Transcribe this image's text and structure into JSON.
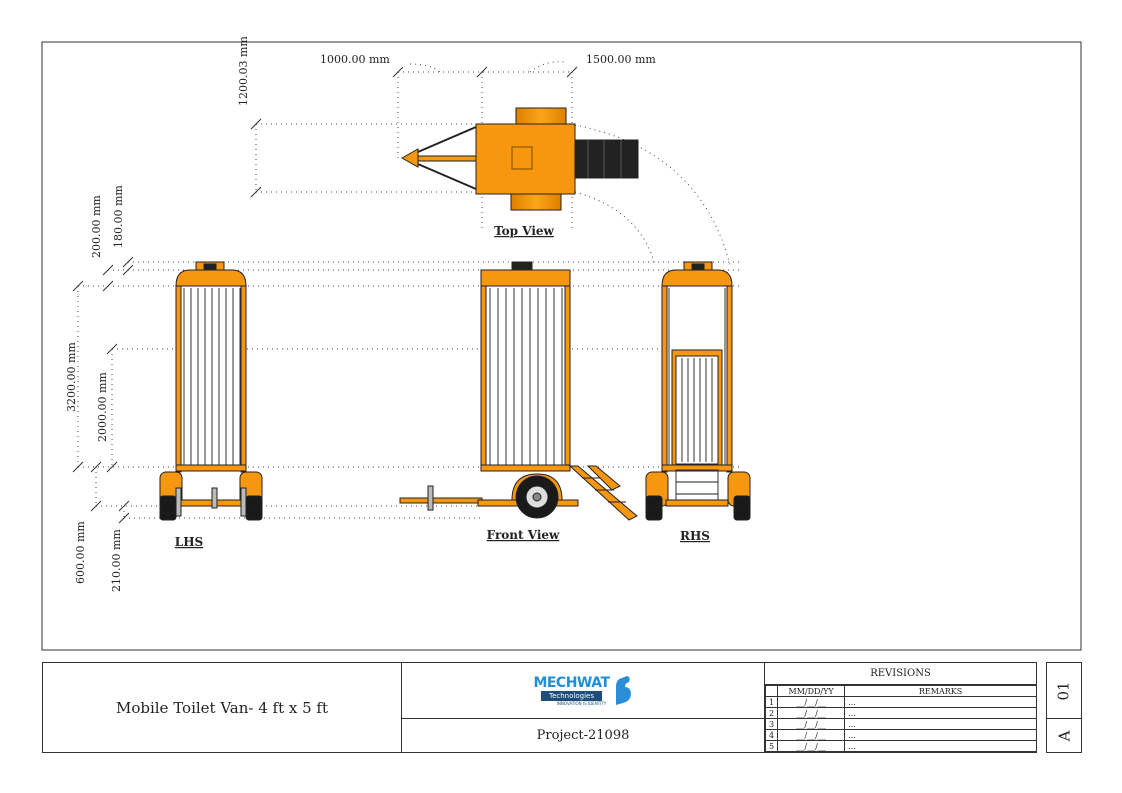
{
  "drawing": {
    "dimensions": {
      "top_left": "1000.00 mm",
      "top_right": "1500.00 mm",
      "top_width": "1200.03 mm",
      "vent_height": "200.00 mm",
      "roof_height": "180.00 mm",
      "overall_height": "3200.00 mm",
      "door_height": "2000.00 mm",
      "chassis_height": "600.00 mm",
      "ground_clearance": "210.00 mm"
    },
    "view_labels": {
      "top": "Top View",
      "lhs": "LHS",
      "front": "Front View",
      "rhs": "RHS"
    },
    "colors": {
      "body": "#f7960f",
      "outline": "#222222",
      "tyre": "#1a1a1a"
    }
  },
  "title_block": {
    "title": "Mobile Toilet Van- 4 ft x 5 ft",
    "logo": {
      "name": "MECHWAT",
      "sub": "Technologies",
      "tagline": "INNOVATION IS IDENTITY"
    },
    "project": "Project-21098",
    "revisions": {
      "heading": "REVISIONS",
      "columns": [
        "MM/DD/YY",
        "REMARKS"
      ],
      "rows": [
        {
          "no": "1",
          "date": "__/__/__",
          "remarks": "..."
        },
        {
          "no": "2",
          "date": "__/__/__",
          "remarks": "..."
        },
        {
          "no": "3",
          "date": "__/__/__",
          "remarks": "..."
        },
        {
          "no": "4",
          "date": "__/__/__",
          "remarks": "..."
        },
        {
          "no": "5",
          "date": "__/__/__",
          "remarks": "..."
        }
      ]
    },
    "sheet": "01",
    "size": "A"
  }
}
